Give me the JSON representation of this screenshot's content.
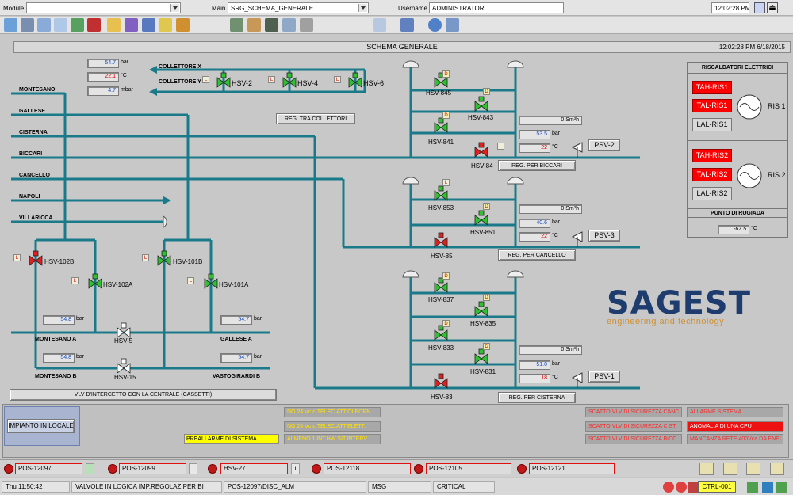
{
  "topbar": {
    "module_label": "Module",
    "module_value": "",
    "main_label": "Main",
    "main_value": "SRG_SCHEMA_GENERALE",
    "username_label": "Username",
    "username_value": "ADMINISTRATOR",
    "clock": "12:02:28 PM"
  },
  "header": {
    "title": "SCHEMA GENERALE",
    "datetime": "12:02:28 PM 6/18/2015"
  },
  "gauges_top": [
    {
      "value": "54.7",
      "unit": "bar",
      "color": "blue"
    },
    {
      "value": "22.1",
      "unit": "°C",
      "color": "red"
    },
    {
      "value": "4.7",
      "unit": "mbar",
      "color": "blue"
    }
  ],
  "collectors": {
    "x": "COLLETTORE X",
    "y": "COLLETTORE Y"
  },
  "collector_valves": [
    "HSV-2",
    "HSV-4",
    "HSV-6"
  ],
  "reg_tra_collettori": "REG. TRA COLLETTORI",
  "lines": [
    "MONTESANO",
    "GALLESE",
    "CISTERNA",
    "BICCARI",
    "CANCELLO",
    "NAPOLI",
    "VILLARICCA"
  ],
  "left_valves": {
    "hsv102b": "HSV-102B",
    "hsv102a": "HSV-102A",
    "hsv101b": "HSV-101B",
    "hsv101a": "HSV-101A",
    "hsv5": "HSV-5",
    "hsv15": "HSV-15"
  },
  "left_gauges": [
    {
      "value": "54.8",
      "unit": "bar",
      "label": "MONTESANO A"
    },
    {
      "value": "54.7",
      "unit": "bar",
      "label": "GALLESE A"
    },
    {
      "value": "54.8",
      "unit": "bar",
      "label": "MONTESANO B"
    },
    {
      "value": "54.7",
      "unit": "bar",
      "label": "VASTOGIRARDI B"
    }
  ],
  "vlv_intercetto": "VLV D'INTERCETTO CON LA CENTRALE (CASSETTI)",
  "stations": [
    {
      "valves": [
        "HSV-845",
        "HSV-843",
        "HSV-841",
        "HSV-84"
      ],
      "flow": "0",
      "flow_unit": "Sm³h",
      "pressure": "53.5",
      "pressure_unit": "bar",
      "temp": "22",
      "temp_unit": "°C",
      "psv": "PSV-2",
      "reg": "REG. PER BICCARI"
    },
    {
      "valves": [
        "HSV-853",
        "HSV-851",
        "HSV-85"
      ],
      "flow": "0",
      "flow_unit": "Sm³h",
      "pressure": "40.6",
      "pressure_unit": "bar",
      "temp": "22",
      "temp_unit": "°C",
      "psv": "PSV-3",
      "reg": "REG. PER CANCELLO"
    },
    {
      "valves": [
        "HSV-837",
        "HSV-835",
        "HSV-833",
        "HSV-831",
        "HSV-83"
      ],
      "flow": "0",
      "flow_unit": "Sm³h",
      "pressure": "51.0",
      "pressure_unit": "bar",
      "temp": "18",
      "temp_unit": "°C",
      "psv": "PSV-1",
      "reg": "REG. PER CISTERNA"
    }
  ],
  "riscaldatori": {
    "title": "RISCALDATORI ELETTRICI",
    "ris1": {
      "tah": "TAH-RIS1",
      "tal": "TAL-RIS1",
      "lal": "LAL-RIS1",
      "name": "RIS 1"
    },
    "ris2": {
      "tah": "TAH-RIS2",
      "tal": "TAL-RIS2",
      "lal": "LAL-RIS2",
      "name": "RIS 2"
    },
    "rugiada_title": "PUNTO DI RUGIADA",
    "rugiada_value": "-67.5",
    "rugiada_unit": "°C"
  },
  "logo": {
    "name": "SAGEST",
    "tagline": "engineering and technology"
  },
  "status": {
    "impianto": "IMPIANTO IN LOCALE",
    "preallarme": "PREALLARME DI SISTEMA",
    "yellow_alarms": [
      "NO 24 Vc.c.TELEC.ATT.OLEOPN.",
      "NO 24 Vc.c.TELEC.ATT.ELETT.",
      "ALMENO 1 INT.HW SIT.INTERV."
    ],
    "red_alarms_left": [
      "SCATTO VLV DI SICUREZZA CANC.",
      "SCATTO VLV DI SICUREZZA CIST.",
      "SCATTO VLV DI SICUREZZA BICC."
    ],
    "red_alarms_right": [
      "ALLARME SISTEMA",
      "ANOMALIA DI UNA CPU",
      "MANCANZA RETE 400Vca DA ENEL"
    ]
  },
  "pos_items": [
    "POS-12097",
    "POS-12099",
    "HSV-27",
    "POS-12118",
    "POS-12105",
    "POS-12121"
  ],
  "statusbar": {
    "time": "Thu 11:50:42",
    "message": "VALVOLE IN LOGICA IMP.REGOLAZ.PER BI",
    "tag": "POS-12097/DISC_ALM",
    "type": "MSG",
    "severity": "CRITICAL",
    "ctrl": "CTRL-001"
  }
}
